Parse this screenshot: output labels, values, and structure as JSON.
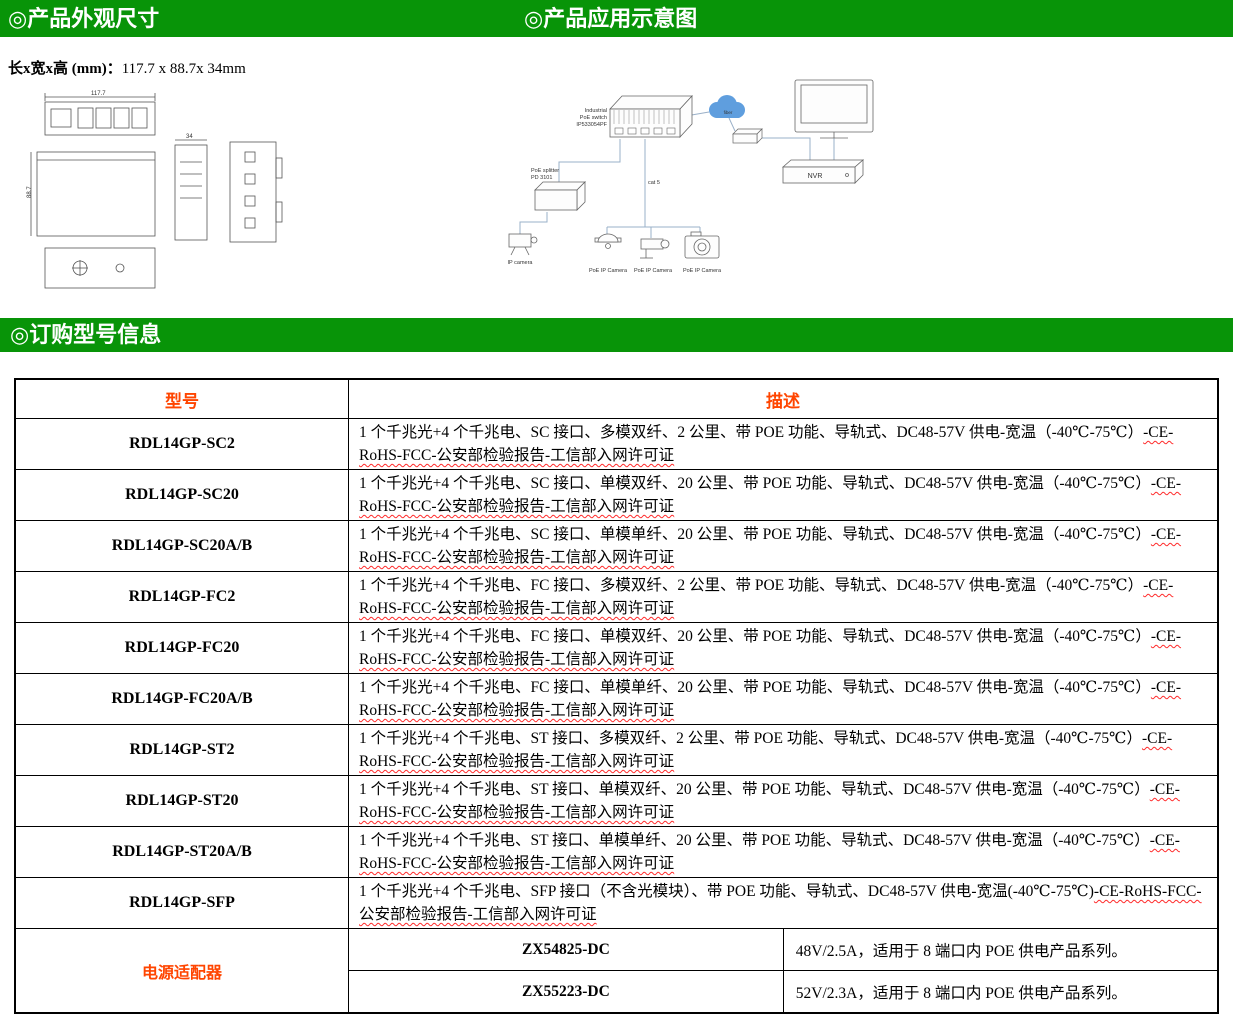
{
  "colors": {
    "header_green": "#089408",
    "table_header_red": "#ff4500",
    "wavy_underline": "#ff2a2a"
  },
  "sections": {
    "appearance": "◎产品外观尺寸",
    "application": "◎产品应用示意图",
    "ordering": "◎订购型号信息"
  },
  "dimensions": {
    "label": "长x宽x高 (mm)：",
    "value": "117.7 x 88.7x 34mm"
  },
  "drawing": {
    "dim_length": "117.7",
    "dim_height": "88.7",
    "dim_depth": "34"
  },
  "diagram": {
    "labels": {
      "switch_line1": "Industrial",
      "switch_line2": "PoE switch",
      "switch_line3": "IP533054PF",
      "splitter_line1": "PoE splitter",
      "splitter_line2": "PD 3101",
      "cloud": "fiber",
      "nvr": "NVR",
      "cat5": "cat 5",
      "ip_camera": "IP camera",
      "poe_camera": "PoE IP Camera"
    }
  },
  "table": {
    "headers": {
      "model": "型号",
      "description": "描述"
    },
    "rows": [
      {
        "model": "RDL14GP-SC2",
        "desc_main": "1 个千兆光+4 个千兆电、SC 接口、多模双纤、2 公里、带 POE 功能、导轨式、DC48-57V 供电-宽温（-40℃-75℃）",
        "desc_wavy": "-CE-RoHS-FCC-公安部检验报告-工信部入网许可证"
      },
      {
        "model": "RDL14GP-SC20",
        "desc_main": "1 个千兆光+4 个千兆电、SC 接口、单模双纤、20 公里、带 POE 功能、导轨式、DC48-57V 供电-宽温（-40℃-75℃）",
        "desc_wavy": "-CE-RoHS-FCC-公安部检验报告-工信部入网许可证"
      },
      {
        "model": "RDL14GP-SC20A/B",
        "desc_main": "1 个千兆光+4 个千兆电、SC 接口、单模单纤、20 公里、带 POE 功能、导轨式、DC48-57V 供电-宽温（-40℃-75℃）",
        "desc_wavy": "-CE-RoHS-FCC-公安部检验报告-工信部入网许可证"
      },
      {
        "model": "RDL14GP-FC2",
        "desc_main": "1 个千兆光+4 个千兆电、FC 接口、多模双纤、2 公里、带 POE 功能、导轨式、DC48-57V 供电-宽温（-40℃-75℃）",
        "desc_wavy": "-CE-RoHS-FCC-公安部检验报告-工信部入网许可证"
      },
      {
        "model": "RDL14GP-FC20",
        "desc_main": "1 个千兆光+4 个千兆电、FC 接口、单模双纤、20 公里、带 POE 功能、导轨式、DC48-57V 供电-宽温（-40℃-75℃）",
        "desc_wavy": "-CE-RoHS-FCC-公安部检验报告-工信部入网许可证"
      },
      {
        "model": "RDL14GP-FC20A/B",
        "desc_main": "1 个千兆光+4 个千兆电、FC 接口、单模单纤、20 公里、带 POE 功能、导轨式、DC48-57V 供电-宽温（-40℃-75℃）",
        "desc_wavy": "-CE-RoHS-FCC-公安部检验报告-工信部入网许可证"
      },
      {
        "model": "RDL14GP-ST2",
        "desc_main": "1 个千兆光+4 个千兆电、ST 接口、多模双纤、2 公里、带 POE 功能、导轨式、DC48-57V 供电-宽温（-40℃-75℃）",
        "desc_wavy": "-CE-RoHS-FCC-公安部检验报告-工信部入网许可证"
      },
      {
        "model": "RDL14GP-ST20",
        "desc_main": "1 个千兆光+4 个千兆电、ST 接口、单模双纤、20 公里、带 POE 功能、导轨式、DC48-57V 供电-宽温（-40℃-75℃）",
        "desc_wavy": "-CE-RoHS-FCC-公安部检验报告-工信部入网许可证"
      },
      {
        "model": "RDL14GP-ST20A/B",
        "desc_main": "1 个千兆光+4 个千兆电、ST 接口、单模单纤、20 公里、带 POE 功能、导轨式、DC48-57V 供电-宽温（-40℃-75℃）",
        "desc_wavy": "-CE-RoHS-FCC-公安部检验报告-工信部入网许可证"
      },
      {
        "model": "RDL14GP-SFP",
        "desc_main": "1 个千兆光+4 个千兆电、SFP 接口（不含光模块）、带 POE 功能、导轨式、DC48-57V 供电-宽温(-40℃-75℃)",
        "desc_wavy": "-CE-RoHS-FCC-公安部检验报告-工信部入网许可证"
      }
    ],
    "adapter": {
      "label": "电源适配器",
      "rows": [
        {
          "model": "ZX54825-DC",
          "desc": "48V/2.5A，适用于 8 端口内 POE 供电产品系列。"
        },
        {
          "model": "ZX55223-DC",
          "desc": "52V/2.3A，适用于 8 端口内 POE 供电产品系列。"
        }
      ]
    }
  }
}
